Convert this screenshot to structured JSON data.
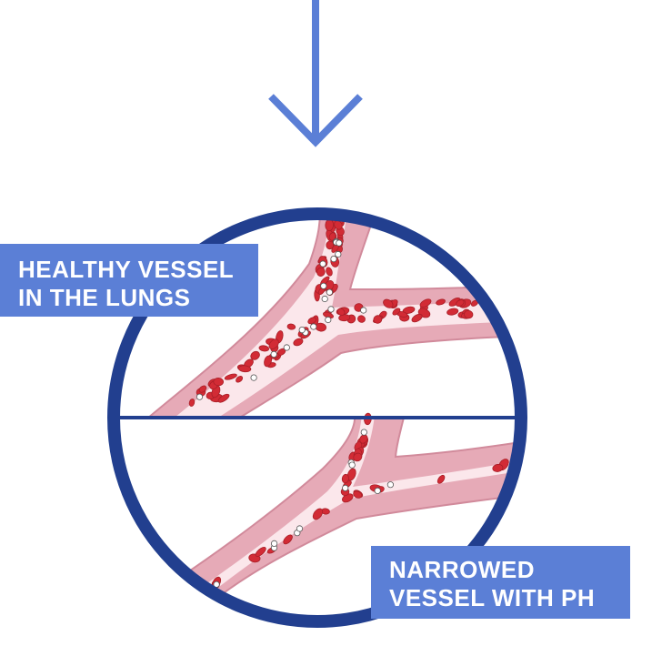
{
  "colors": {
    "arrow": "#5b7fd6",
    "ring": "#223f8f",
    "label_bg": "#5b7fd6",
    "label_text": "#ffffff",
    "vessel_wall": "#e4a8b5",
    "vessel_wall_dark": "#cf8597",
    "vessel_lumen": "#fbe6ea",
    "red_cell": "#d22b35",
    "white_cell": "#ffffff"
  },
  "icons": {
    "arrow": "down-arrow-icon"
  },
  "labels": {
    "healthy": {
      "line1": "HEALTHY VESSEL",
      "line2": "IN THE LUNGS"
    },
    "narrowed": {
      "line1": "NARROWED",
      "line2": "VESSEL WITH PH"
    }
  }
}
